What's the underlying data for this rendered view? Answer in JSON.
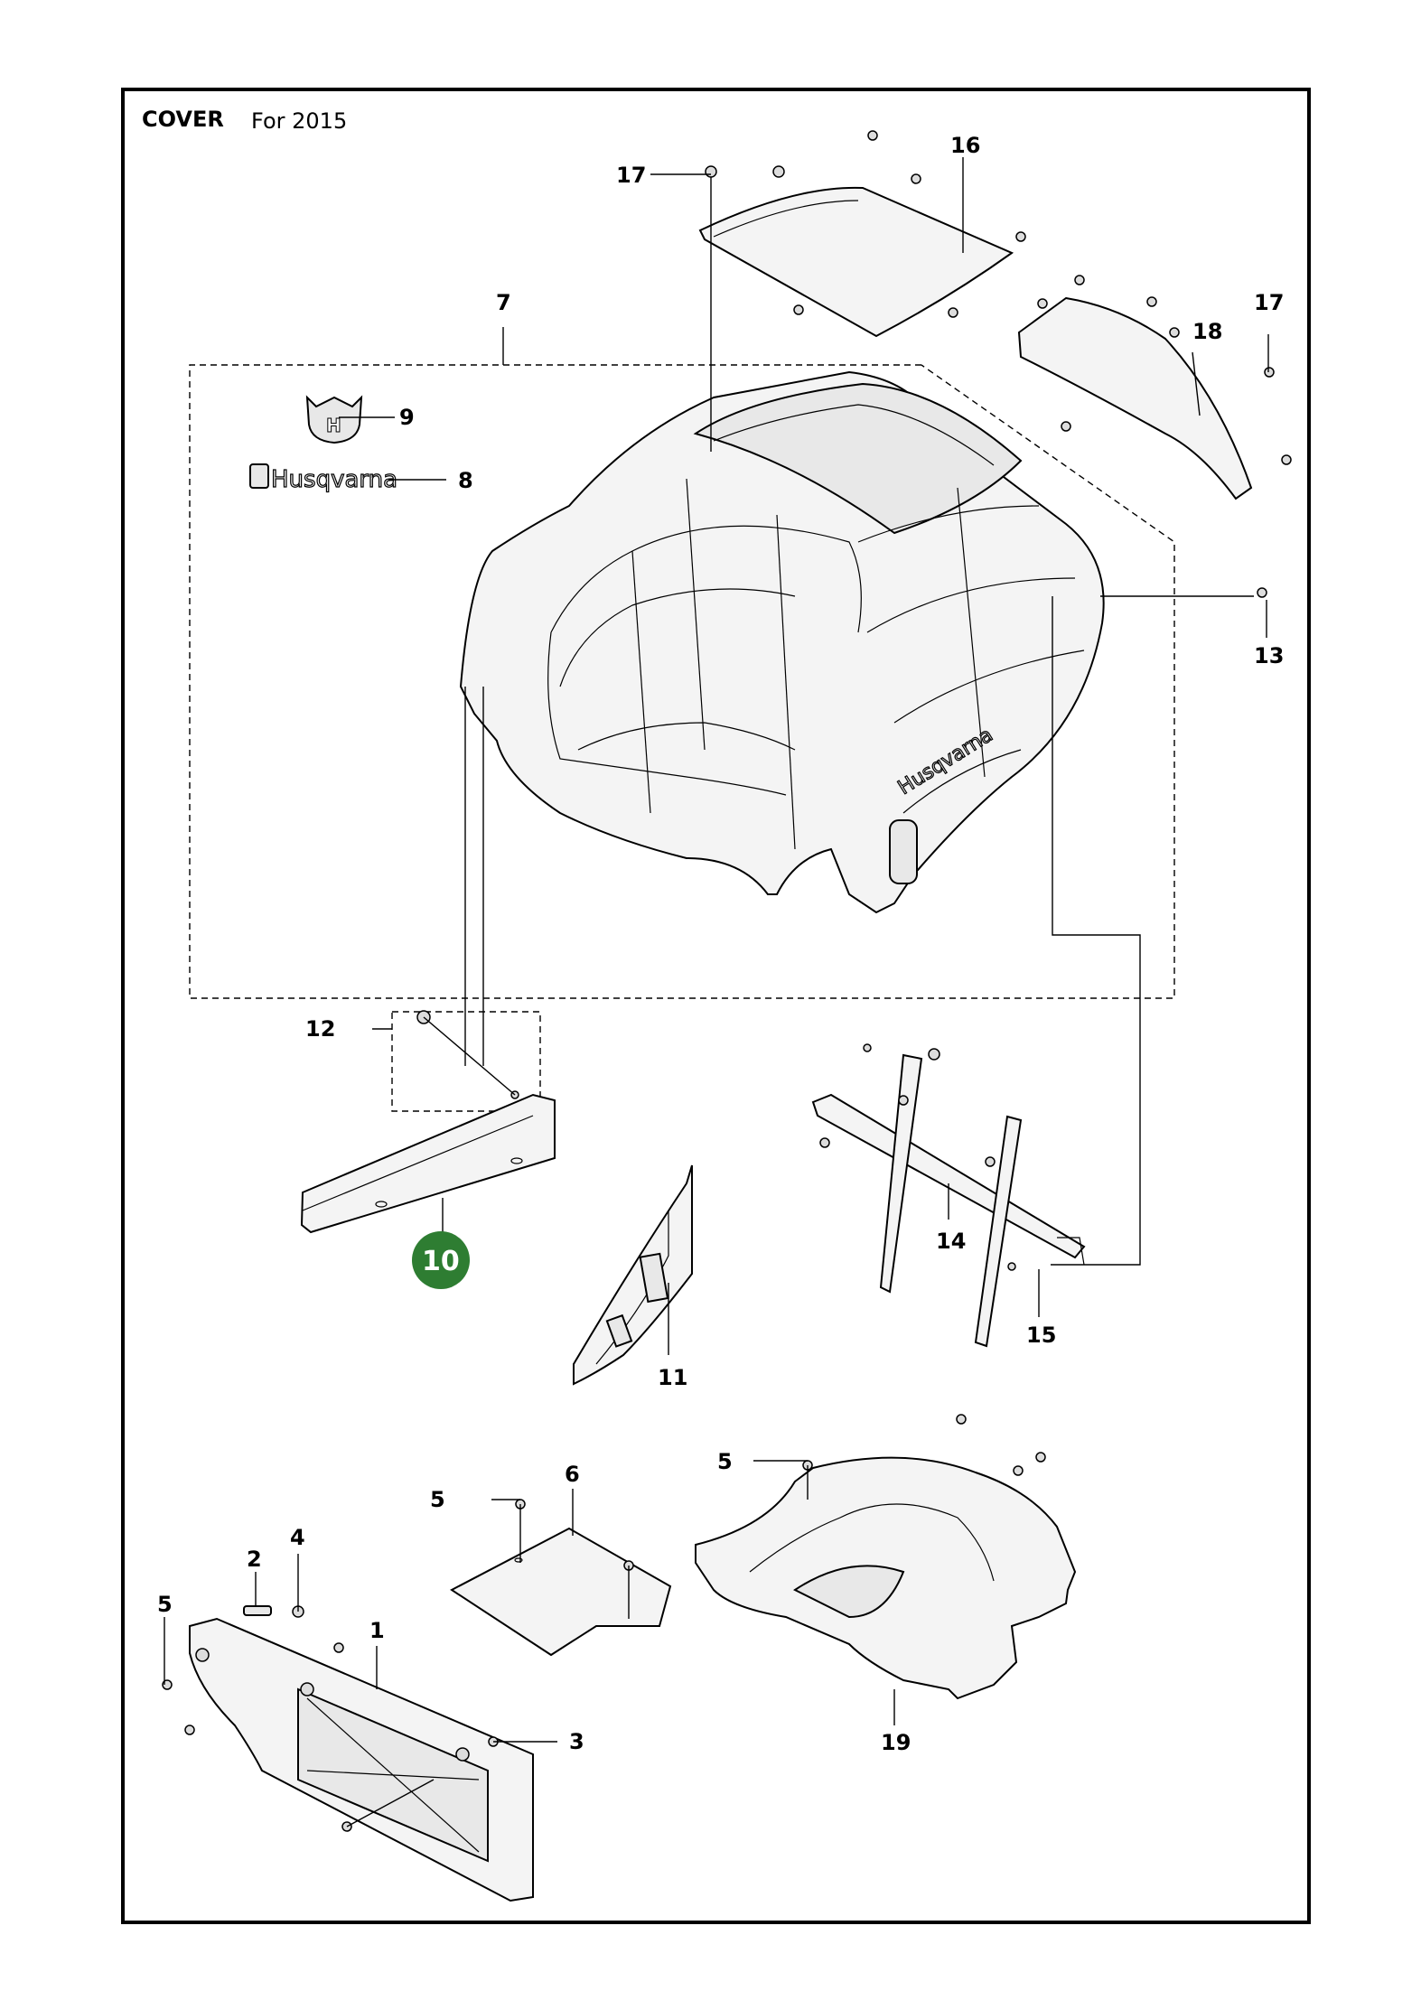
{
  "header": {
    "title": "COVER",
    "subtitle": "For 2015"
  },
  "logos": {
    "brand_text": "Husqvarna"
  },
  "colors": {
    "highlight_badge": "#2e7d32",
    "line": "#000000"
  },
  "callouts": {
    "c1": "1",
    "c2": "2",
    "c3": "3",
    "c4": "4",
    "c5a": "5",
    "c5b": "5",
    "c5c": "5",
    "c6": "6",
    "c7": "7",
    "c8": "8",
    "c9": "9",
    "c10": "10",
    "c11": "11",
    "c12": "12",
    "c13": "13",
    "c14": "14",
    "c15": "15",
    "c16": "16",
    "c17a": "17",
    "c17b": "17",
    "c18": "18",
    "c19": "19"
  }
}
